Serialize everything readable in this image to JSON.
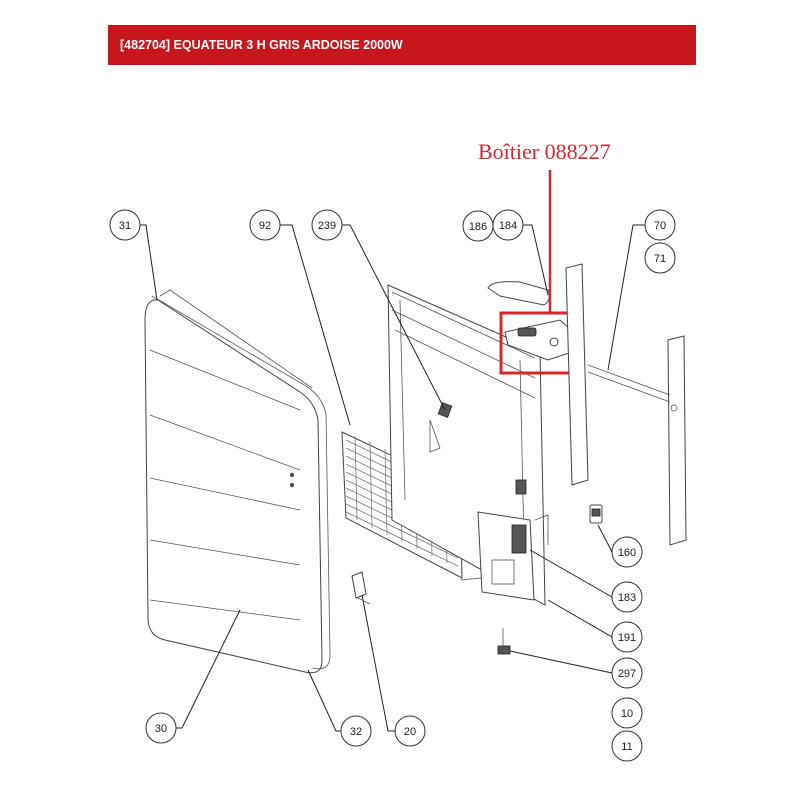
{
  "header": {
    "title": "[482704] EQUATEUR 3 H GRIS ARDOISE 2000W"
  },
  "callout": {
    "label": "Boîtier 088227",
    "color": "#d7262c"
  },
  "colors": {
    "header_bg": "#c8161d",
    "header_text": "#ffffff"
  },
  "part_labels": {
    "p31": "31",
    "p92": "92",
    "p239": "239",
    "p186": "186",
    "p184": "184",
    "p70": "70",
    "p71": "71",
    "p160": "160",
    "p183": "183",
    "p191": "191",
    "p297": "297",
    "p30": "30",
    "p32": "32",
    "p20": "20",
    "p10": "10",
    "p11": "11"
  }
}
